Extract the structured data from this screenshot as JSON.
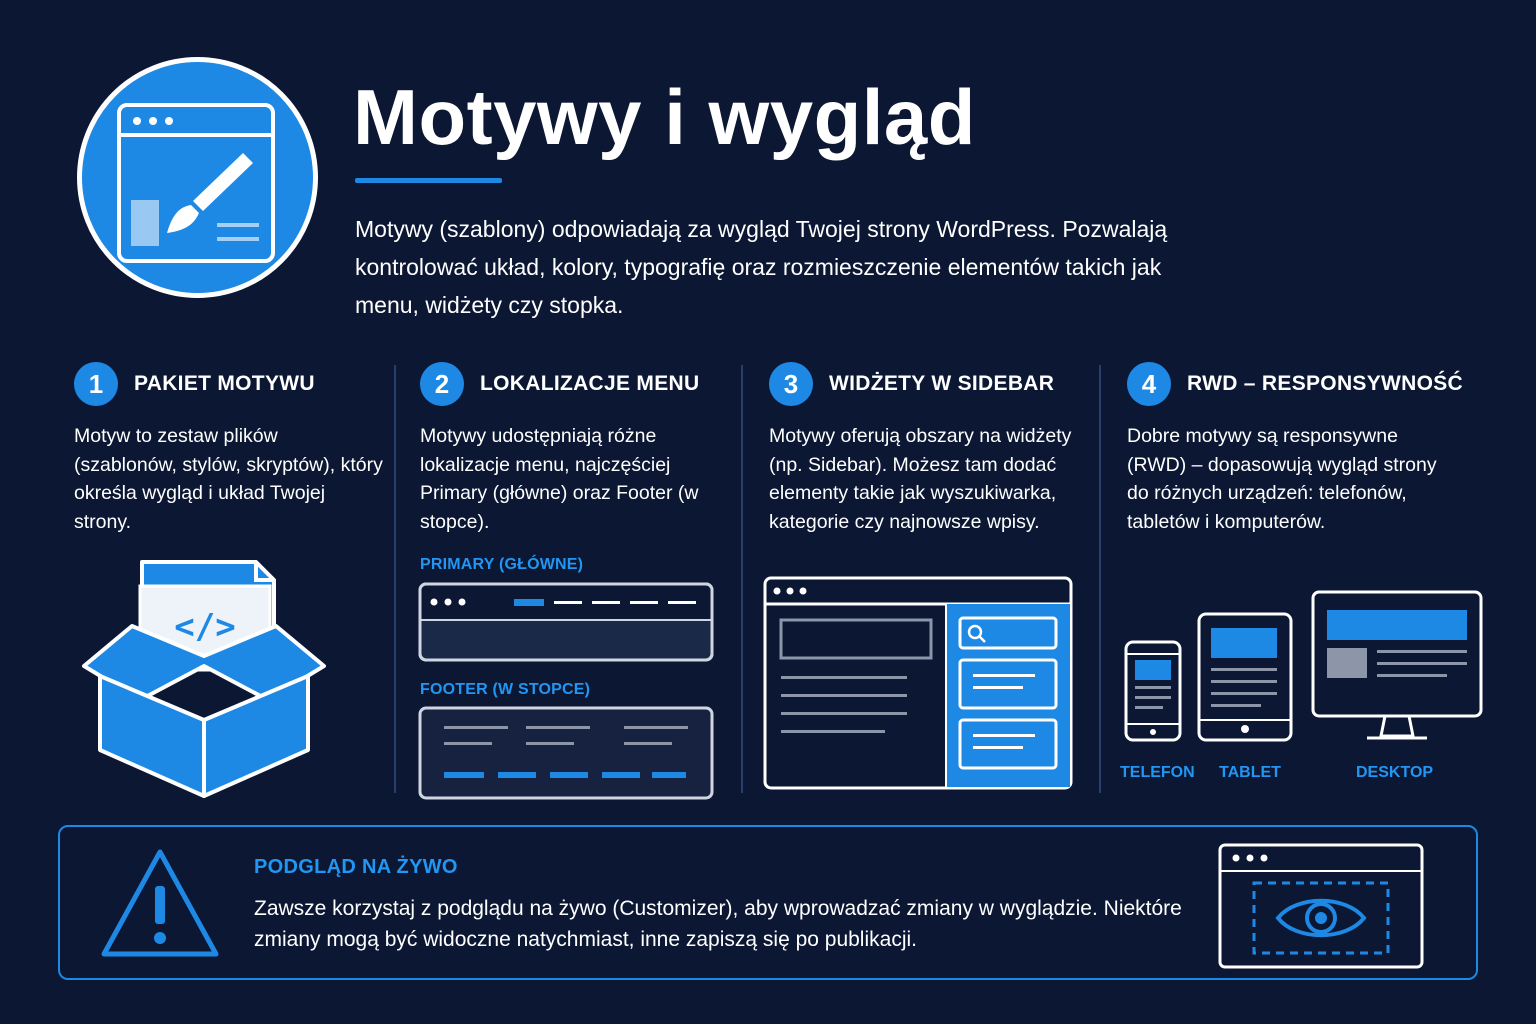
{
  "header": {
    "title": "Motywy i wygląd",
    "intro": "Motywy (szablony) odpowiadają za wygląd Twojej strony WordPress. Pozwalają kontrolować układ, kolory, typografię oraz rozmieszczenie elementów takich jak menu, widżety czy stopka."
  },
  "sections": [
    {
      "number": "1",
      "title": "PAKIET MOTYWU",
      "text": "Motyw to zestaw plików (szablonów, stylów, skryptów), który określa wygląd i układ Twojej strony."
    },
    {
      "number": "2",
      "title": "LOKALIZACJE MENU",
      "text": "Motywy udostępniają różne lokalizacje menu, najczęściej Primary (główne) oraz Footer (w stopce).",
      "primary_label": "PRIMARY (GŁÓWNE)",
      "footer_label": "FOOTER (W STOPCE)"
    },
    {
      "number": "3",
      "title": "WIDŻETY W SIDEBAR",
      "text": "Motywy oferują obszary na widżety (np. Sidebar). Możesz tam dodać elementy takie jak wyszukiwarka, kategorie czy najnowsze wpisy."
    },
    {
      "number": "4",
      "title": "RWD – RESPONSYWNOŚĆ",
      "text": "Dobre motywy są responsywne (RWD) – dopasowują wygląd strony do różnych urządzeń: telefonów, tabletów i komputerów.",
      "devices": [
        "TELEFON",
        "TABLET",
        "DESKTOP"
      ]
    }
  ],
  "notice": {
    "title": "PODGLĄD NA ŻYWO",
    "text": "Zawsze korzystaj z podglądu na żywo (Customizer), aby wprowadzać zmiany w wyglądzie. Niektóre zmiany mogą być widoczne natychmiast, inne zapiszą się po publikacji."
  },
  "icons": {
    "hero": "browser-paintbrush-icon",
    "package": "open-box-code-icon",
    "menu_primary": "primary-menu-browser-icon",
    "menu_footer": "footer-menu-icon",
    "sidebar": "browser-sidebar-widgets-icon",
    "phone": "phone-icon",
    "tablet": "tablet-icon",
    "desktop": "desktop-monitor-icon",
    "warning": "warning-triangle-icon",
    "preview": "browser-eye-preview-icon"
  },
  "colors": {
    "background": "#0b1733",
    "accent": "#1e88e5",
    "accent_light": "#2196f3",
    "divider": "#27406b"
  }
}
